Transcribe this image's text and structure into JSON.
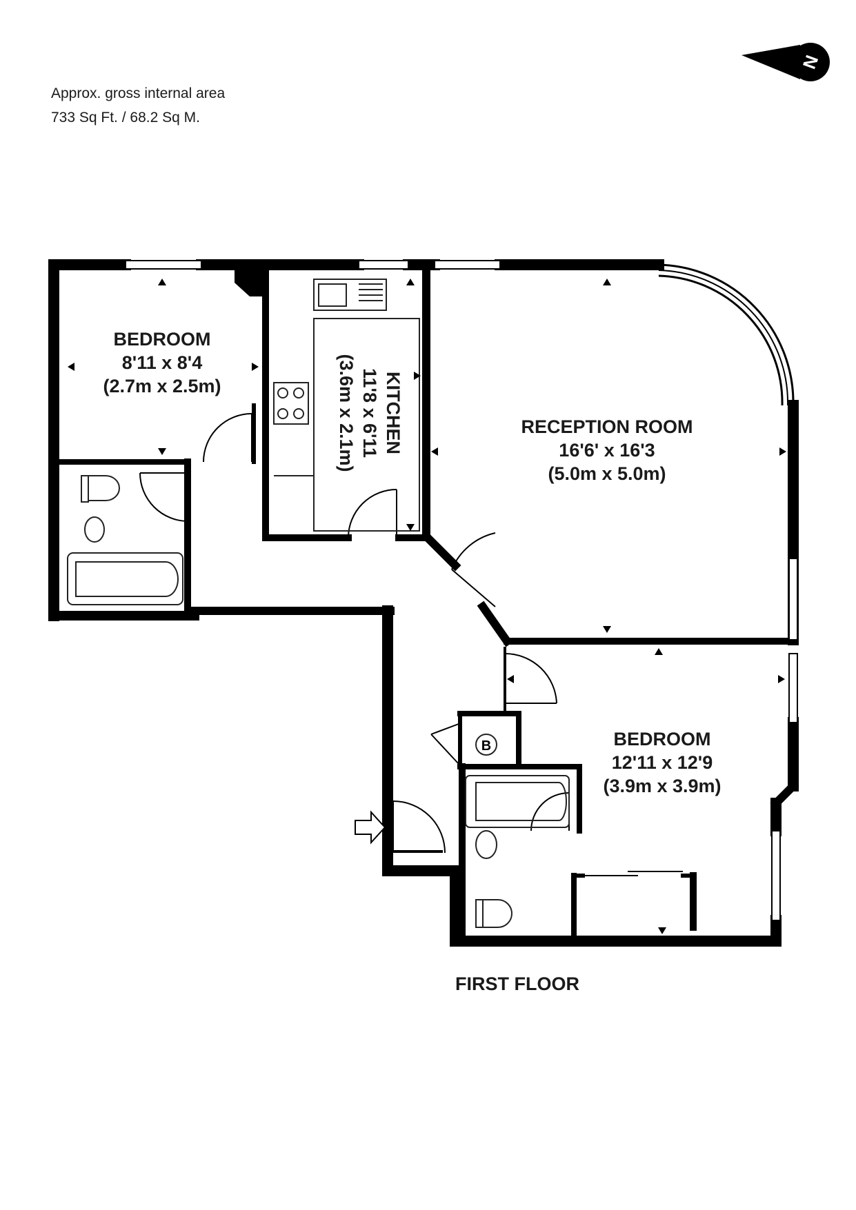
{
  "area": {
    "line1": "Approx. gross internal area",
    "line2": "733 Sq Ft. / 68.2 Sq M."
  },
  "compass": {
    "letter": "N"
  },
  "rooms": {
    "bedroom1": {
      "name": "BEDROOM",
      "imperial": "8'11 x 8'4",
      "metric": "(2.7m x 2.5m)"
    },
    "kitchen": {
      "name": "KITCHEN",
      "imperial": "11'8 x 6'11",
      "metric": "(3.6m x 2.1m)"
    },
    "reception": {
      "name": "RECEPTION ROOM",
      "imperial": "16'6' x 16'3",
      "metric": "(5.0m x 5.0m)"
    },
    "bedroom2": {
      "name": "BEDROOM",
      "imperial": "12'11 x 12'9",
      "metric": "(3.9m x 3.9m)"
    }
  },
  "boiler": {
    "letter": "B"
  },
  "floor": {
    "label": "FIRST FLOOR"
  },
  "colors": {
    "wall": "#000000",
    "fixture": "#222222",
    "background": "#ffffff"
  }
}
